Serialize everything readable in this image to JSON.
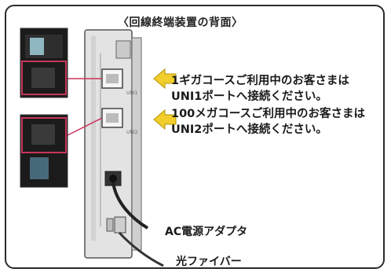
{
  "heading": "〈回線終端装置の背面〉",
  "notes": [
    {
      "line1": "1ギガコースご利用中のお客さまは",
      "line2": "UNI1ポートへ接続ください。"
    },
    {
      "line1": "100メガコースご利用中のお客さまは",
      "line2": "UNI2ポートへ接続ください。"
    }
  ],
  "labels": {
    "ac_adapter": "AC電源アダプタ",
    "fiber": "光ファイバー"
  },
  "colors": {
    "highlight_box": "#c8355a",
    "arrow": "#f2ce2c",
    "device_body": "#e2e2e2"
  }
}
